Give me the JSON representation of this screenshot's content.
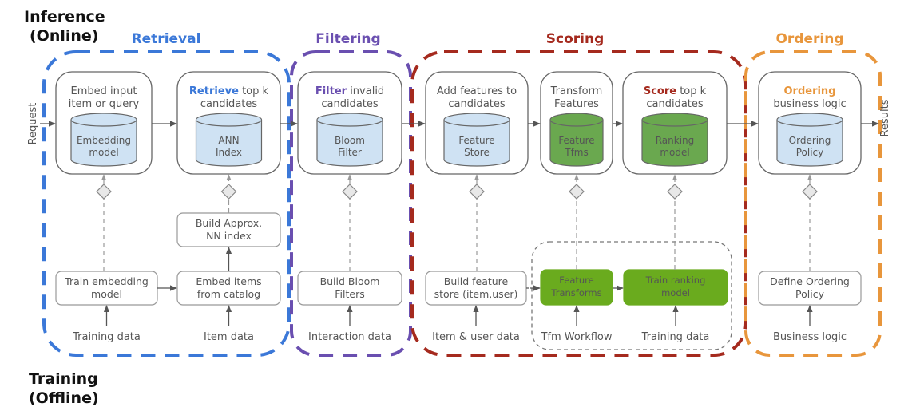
{
  "labels": {
    "inference_line1": "Inference",
    "inference_line2": "(Online)",
    "training_line1": "Training",
    "training_line2": "(Offline)",
    "request": "Request",
    "results": "Results"
  },
  "stages": [
    {
      "name": "Retrieval",
      "color": "#3b78d8"
    },
    {
      "name": "Filtering",
      "color": "#6a4fb0"
    },
    {
      "name": "Scoring",
      "color": "#a52a1e"
    },
    {
      "name": "Ordering",
      "color": "#e8963c"
    }
  ],
  "online_boxes": [
    {
      "title_bold": "",
      "title_rest1": "Embed input",
      "title_rest2": "item or query",
      "store1": "Embedding",
      "store2": "model",
      "store_type": "blue"
    },
    {
      "title_bold": "Retrieve",
      "title_rest1": " top k",
      "title_rest2": "candidates",
      "store1": "ANN",
      "store2": "Index",
      "store_type": "blue"
    },
    {
      "title_bold": "Filter",
      "title_rest1": "  invalid",
      "title_rest2": "candidates",
      "store1": "Bloom",
      "store2": "Filter",
      "store_type": "blue"
    },
    {
      "title_bold": "",
      "title_rest1": "Add features to",
      "title_rest2": "candidates",
      "store1": "Feature",
      "store2": "Store",
      "store_type": "blue"
    },
    {
      "title_bold": "",
      "title_rest1": "Transform",
      "title_rest2": "Features",
      "store1": "Feature",
      "store2": "Tfms",
      "store_type": "green"
    },
    {
      "title_bold": "Score",
      "title_rest1": " top k",
      "title_rest2": "candidates",
      "store1": "Ranking",
      "store2": "model",
      "store_type": "green"
    },
    {
      "title_bold": "Ordering",
      "title_rest1": "",
      "title_rest2": "business logic",
      "store1": "Ordering",
      "store2": "Policy",
      "store_type": "blue"
    }
  ],
  "offline_boxes": [
    {
      "line1": "Train embedding",
      "line2": "model",
      "type": "white"
    },
    {
      "line1": "Embed items",
      "line2": "from catalog",
      "type": "white"
    },
    {
      "line1": "Build Approx.",
      "line2": "NN index",
      "type": "white"
    },
    {
      "line1": "Build Bloom",
      "line2": "Filters",
      "type": "white"
    },
    {
      "line1": "Build feature",
      "line2": "store (item,user)",
      "type": "white"
    },
    {
      "line1": "Feature",
      "line2": "Transforms",
      "type": "green"
    },
    {
      "line1": "Train ranking",
      "line2": "model",
      "type": "green"
    },
    {
      "line1": "Define Ordering",
      "line2": "Policy",
      "type": "white"
    }
  ],
  "data_sources": [
    "Training data",
    "Item data",
    "Interaction data",
    "Item & user data",
    "Tfm Workflow",
    "Training data",
    "Business logic"
  ],
  "colors": {
    "box_border": "#555555",
    "store_blue": "#cfe2f3",
    "store_green": "#6aa84f",
    "green_box": "#6aab1e",
    "text_gray": "#555555"
  }
}
